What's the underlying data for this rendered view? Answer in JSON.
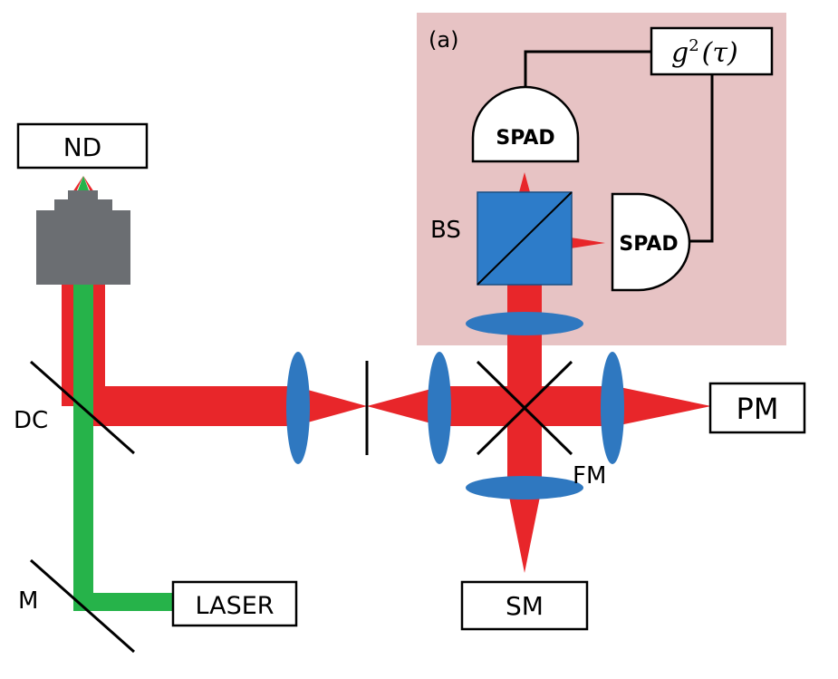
{
  "panel_label": "(a)",
  "boxes": {
    "nd": "ND",
    "pm": "PM",
    "sm": "SM",
    "laser": "LASER",
    "correlator_g": "g",
    "correlator_exp": "2",
    "correlator_arg": "(τ)"
  },
  "detectors": {
    "spad_top": "SPAD",
    "spad_right": "SPAD"
  },
  "labels": {
    "bs": "BS",
    "dc": "DC",
    "fm": "FM",
    "m": "M"
  },
  "colors": {
    "panel_bg": "#e7c3c4",
    "red_beam": "#e8262a",
    "green_beam": "#26b34a",
    "lens": "#2f78c0",
    "beamsplitter": "#2d7cc9",
    "objective": "#6b6e72"
  }
}
